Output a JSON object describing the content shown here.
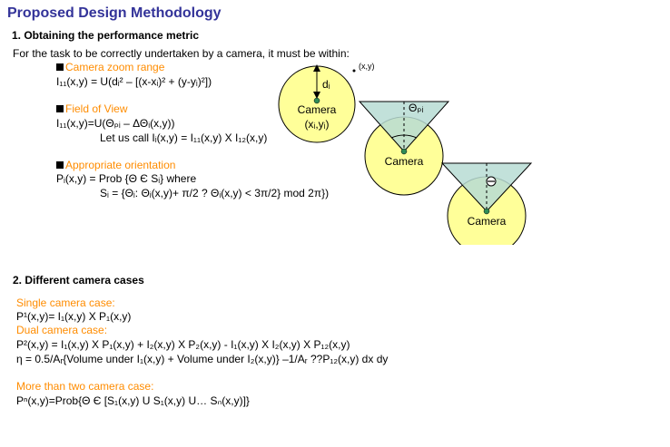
{
  "title": "Proposed Design Methodology",
  "section1": {
    "heading": "1. Obtaining the performance metric",
    "intro": "For the task to be correctly undertaken by a camera, it must be within:",
    "zoom_label": "Camera zoom range",
    "zoom_formula": "I₁₁(x,y) = U(dᵢ² – [(x-xᵢ)² + (y-yᵢ)²])",
    "fov_label": "Field of View",
    "fov_formula": "I₁₁(x,y)=U(Θₚᵢ – ΔΘᵢ(x,y))",
    "fov_call": "Let us call Iᵢ(x,y) = I₁₁(x,y) X I₁₂(x,y)",
    "orient_label": "Appropriate orientation",
    "orient_formula": "Pᵢ(x,y) = Prob {Θ Є Sᵢ} where",
    "orient_set": "Sᵢ = {Θᵢ: Θᵢ(x,y)+ π/2 ? Θᵢ(x,y) < 3π/2} mod 2π})"
  },
  "diagram": {
    "camera_label": "Camera",
    "camera_coords": "(xᵢ,yᵢ)",
    "d_label": "dᵢ",
    "point_label": "(x,y)",
    "theta_label": "Θₚᵢ",
    "colors": {
      "circle_fill": "#ffff99",
      "cone_fill": "#b7dcd4",
      "dot": "#2e8b57"
    }
  },
  "section2": {
    "heading": "2. Different camera cases",
    "single_label": "Single camera case:",
    "single_formula": "P¹(x,y)= I₁(x,y) X P₁(x,y)",
    "dual_label": "Dual camera case:",
    "dual_formula": "P²(x,y) = I₁(x,y) X P₁(x,y) + I₂(x,y) X P₂(x,y) - I₁(x,y) X I₂(x,y) X P₁₂(x,y)",
    "eta_formula": "η = 0.5/Aᵣ{Volume under I₁(x,y) + Volume under I₂(x,y)} –1/Aᵣ ??P₁₂(x,y) dx dy",
    "more_label": "More than two camera case:",
    "more_formula": "Pⁿ(x,y)=Prob{Θ Є [S₁(x,y) U S₁(x,y) U… Sₙ(x,y)]}"
  }
}
